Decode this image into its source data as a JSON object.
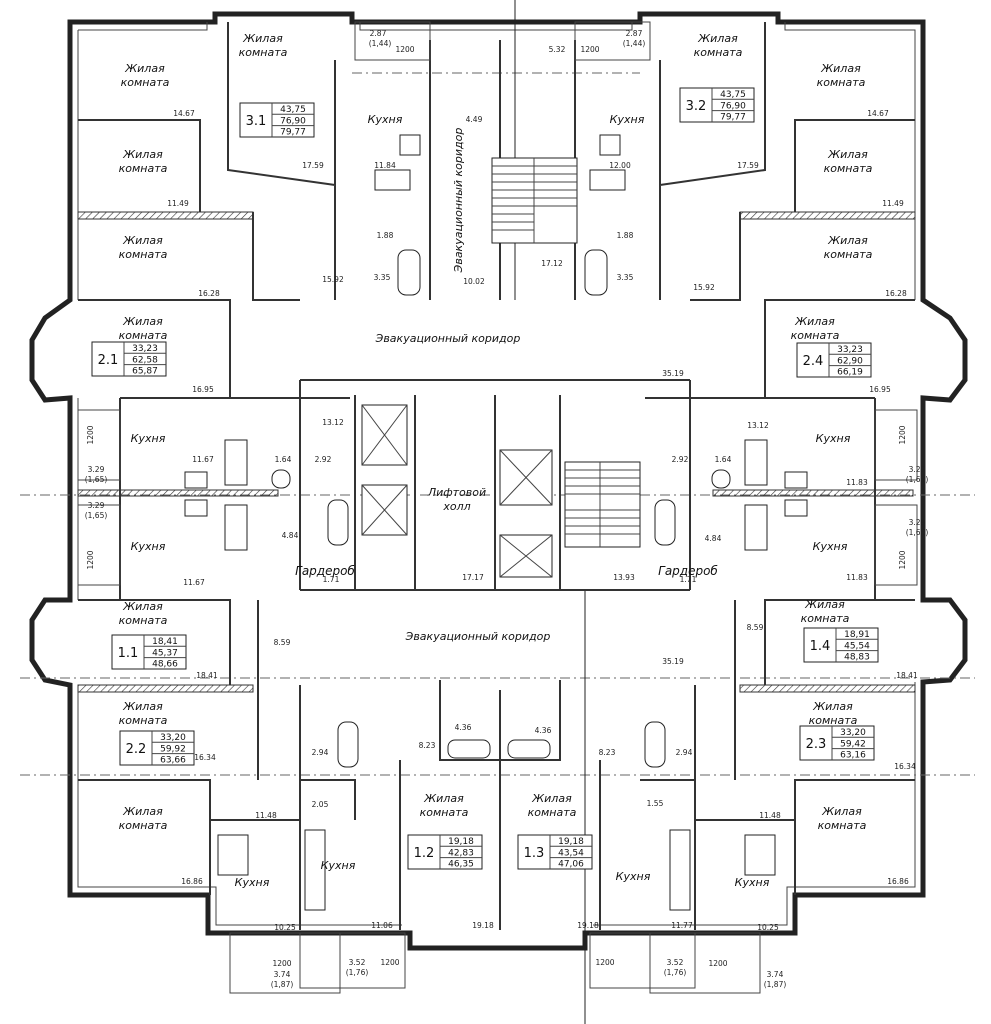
{
  "plan": {
    "room_living": "Жилая\nкомната",
    "room_kitchen": "Кухня",
    "corridor_label": "Эвакуационный коридор",
    "corridor_vertical_label": "Эвакуационный коридор",
    "lift_hall": "Лифтовой\nхолл",
    "wardrobe": "Гардероб",
    "window_label": "1200"
  },
  "apartments": [
    {
      "id": "3.1",
      "values": [
        "43,75",
        "76,90",
        "79,77"
      ]
    },
    {
      "id": "3.2",
      "values": [
        "43,75",
        "76,90",
        "79,77"
      ]
    },
    {
      "id": "2.1",
      "values": [
        "33,23",
        "62,58",
        "65,87"
      ]
    },
    {
      "id": "2.4",
      "values": [
        "33,23",
        "62,90",
        "66,19"
      ]
    },
    {
      "id": "1.1",
      "values": [
        "18,41",
        "45,37",
        "48,66"
      ]
    },
    {
      "id": "1.4",
      "values": [
        "18,91",
        "45,54",
        "48,83"
      ]
    },
    {
      "id": "2.2",
      "values": [
        "33,20",
        "59,92",
        "63,66"
      ]
    },
    {
      "id": "2.3",
      "values": [
        "33,20",
        "59,42",
        "63,16"
      ]
    },
    {
      "id": "1.2",
      "values": [
        "19,18",
        "42,83",
        "46,35"
      ]
    },
    {
      "id": "1.3",
      "values": [
        "19,18",
        "43,54",
        "47,06"
      ]
    }
  ],
  "areas": {
    "a_287": "2.87",
    "a_144": "(1,44)",
    "a_532": "5.32",
    "a_1467": "14.67",
    "a_1149": "11.49",
    "a_1759": "17.59",
    "a_1184": "11.84",
    "a_1200": "12.00",
    "a_449": "4.49",
    "a_188": "1.88",
    "a_335": "3.35",
    "a_1592": "15.92",
    "a_1002": "10.02",
    "a_1712": "17.12",
    "a_1628": "16.28",
    "a_1695": "16.95",
    "a_3519": "35.19",
    "a_1312": "13.12",
    "a_1167": "11.67",
    "a_1183": "11.83",
    "a_164": "1.64",
    "a_292": "2.92",
    "a_329": "3.29",
    "a_165": "(1,65)",
    "a_484": "4.84",
    "a_171": "1.71",
    "a_1717": "17.17",
    "a_1393": "13.93",
    "a_859": "8.59",
    "a_1841": "18.41",
    "a_294": "2.94",
    "a_1634": "16.34",
    "a_436": "4.36",
    "a_823": "8.23",
    "a_205": "2.05",
    "a_155": "1.55",
    "a_1148": "11.48",
    "a_1686": "16.86",
    "a_1025": "10.25",
    "a_1106": "11.06",
    "a_1918": "19.18",
    "a_1177": "11.77",
    "a_352": "3.52",
    "a_176": "(1,76)",
    "a_374": "3.74",
    "a_187": "(1,87)"
  }
}
